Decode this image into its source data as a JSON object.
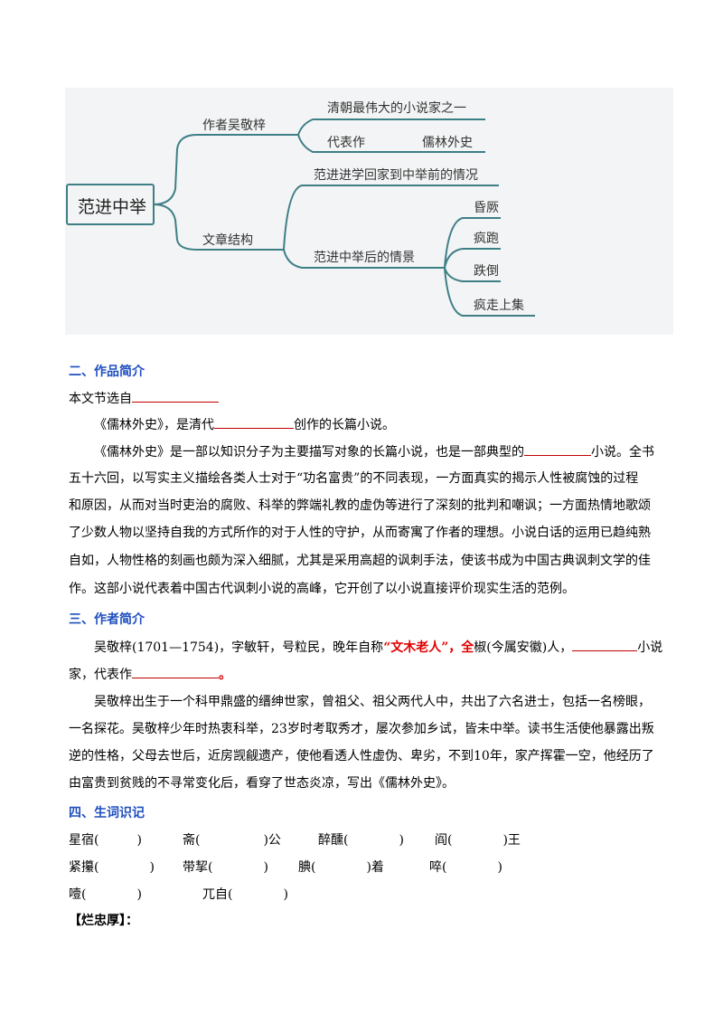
{
  "mindmap": {
    "root": "范进中举",
    "branch1": {
      "label": "作者吴敬梓",
      "items": [
        "清朝最伟大的小说家之一",
        "代表作",
        "儒林外史"
      ]
    },
    "branch2": {
      "label": "文章结构",
      "item1": "范进进学回家到中举前的情况",
      "item2": "范进中举后的情景",
      "subitems": [
        "昏厥",
        "疯跑",
        "跌倒",
        "疯走上集"
      ]
    }
  },
  "section2": {
    "heading": "二、作品简介",
    "line1": "本文节选自",
    "line2a": "《儒林外史》，是清代",
    "line2b": "创作的长篇小说。",
    "line3a": "《儒林外史》是一部以知识分子为主要描写对象的长篇小说，也是一部典型的",
    "line3b": "小说。全书",
    "line4": "五十六回，以写实主义描绘各类人士对于“功名富贵”的不同表现，一方面真实的揭示人性被腐蚀的过程",
    "line5": "和原因，从而对当时吏治的腐败、科举的弊端礼教的虚伪等进行了深刻的批判和嘲讽；一方面热情地歌颂",
    "line6": "了少数人物以坚持自我的方式所作的对于人性的守护，从而寄寓了作者的理想。小说白话的运用已趋纯熟",
    "line7": "自如，人物性格的刻画也颇为深入细腻，尤其是采用高超的讽刺手法，使该书成为中国古典讽刺文学的佳",
    "line8": "作。这部小说代表着中国古代讽刺小说的高峰，它开创了以小说直接评价现实生活的范例。"
  },
  "section3": {
    "heading": "三、作者简介",
    "line1a": "吴敬梓(1701—1754)，字敏轩，号粒民，晚年自称",
    "line1red": "“文木老人”，全",
    "line1b": "椒(今属安徽)人，",
    "line1c": "小说",
    "line2a": "家，代表作",
    "line2red": "。",
    "line3": "吴敬梓出生于一个科甲鼎盛的缙绅世家，曾祖父、祖父两代人中，共出了六名进士，包括一名榜眼，",
    "line4": "一名探花。吴敬梓少年时热衷科举，23岁时考取秀才，屡次参加乡试，皆未中举。读书生活使他暴露出叛",
    "line5": "逆的性格，父母去世后，近房觊觎遗产，使他看透人性虚伪、卑劣，不到10年，家产挥霍一空，他经历了",
    "line6": "由富贵到贫贱的不寻常变化后，看穿了世态炎凉，写出《儒林外史》。"
  },
  "section4": {
    "heading": "四、生词识记",
    "row1": [
      "星宿(　　　)",
      "斋(　　　　　)公",
      "醉醺(　　　　)",
      "阎(　　　　)王"
    ],
    "row2": [
      "紧攥(　　　　)",
      "带挈(　　　　)",
      "腆(　　　　)着",
      "啐(　　　　)"
    ],
    "row3": [
      "噎(　　　　)",
      "兀自(　　　　)"
    ],
    "last": "【烂忠厚】："
  }
}
